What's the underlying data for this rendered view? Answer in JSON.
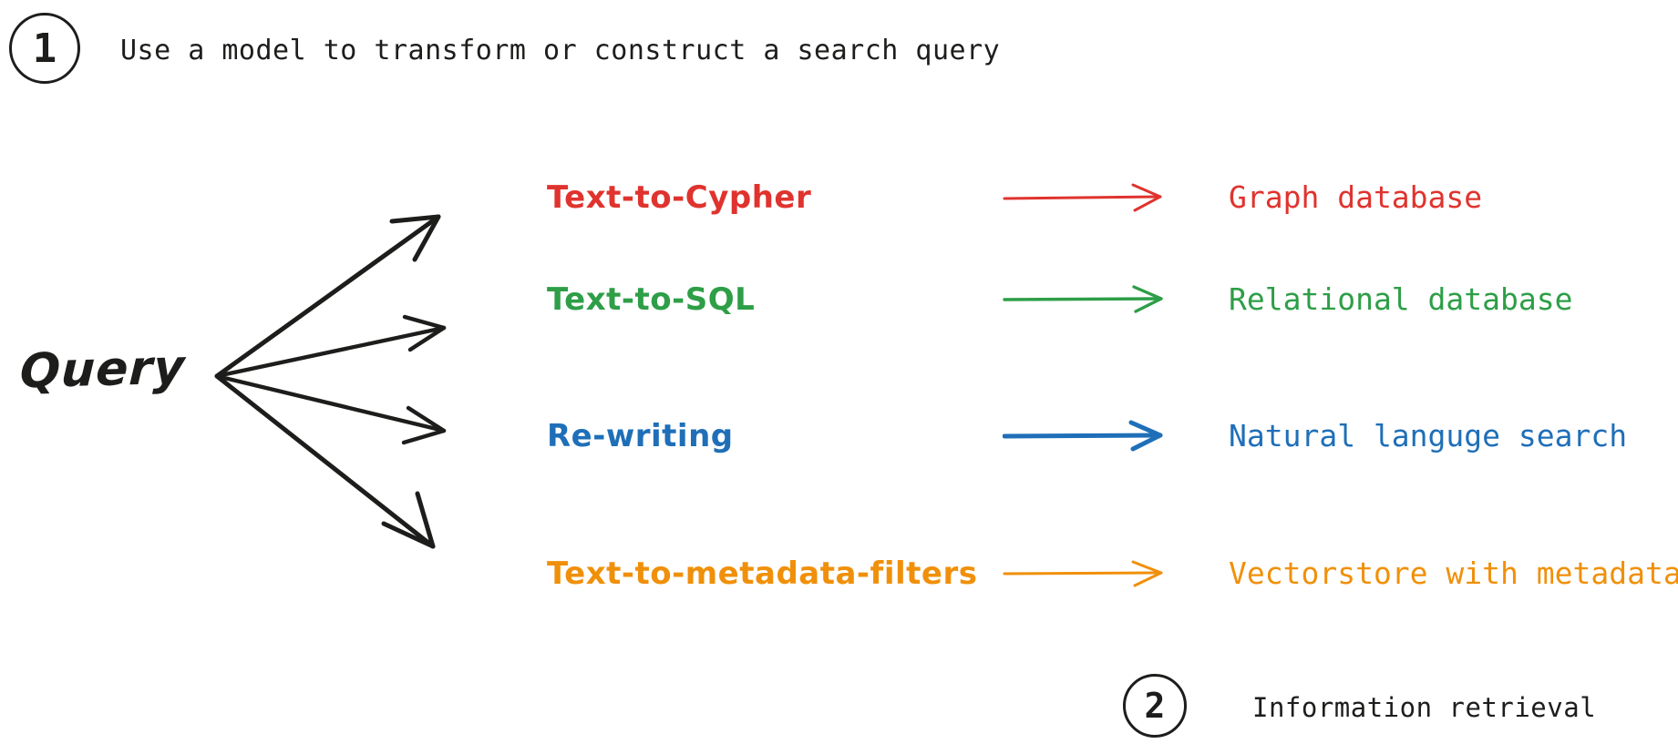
{
  "steps": [
    {
      "number": "1",
      "title": "Use a model to transform or construct a search query"
    },
    {
      "number": "2",
      "title": "Information retrieval"
    }
  ],
  "source": {
    "label": "Query"
  },
  "colors": {
    "text": "#1d1d1b",
    "red": "#e0332e",
    "green": "#2e9e47",
    "blue": "#1f6fb8",
    "orange": "#f0900a",
    "background": "#ffffff"
  },
  "rows": [
    {
      "technique": "Text-to-Cypher",
      "target": "Graph database",
      "color": "#e0332e",
      "arrow_width": 3
    },
    {
      "technique": "Text-to-SQL",
      "target": "Relational database",
      "color": "#2e9e47",
      "arrow_width": 3.4
    },
    {
      "technique": "Re-writing",
      "target": "Natural languge search",
      "color": "#1f6fb8",
      "arrow_width": 5
    },
    {
      "technique": "Text-to-metadata-filters",
      "target": "Vectorstore with metadata",
      "color": "#f0900a",
      "arrow_width": 3
    }
  ]
}
